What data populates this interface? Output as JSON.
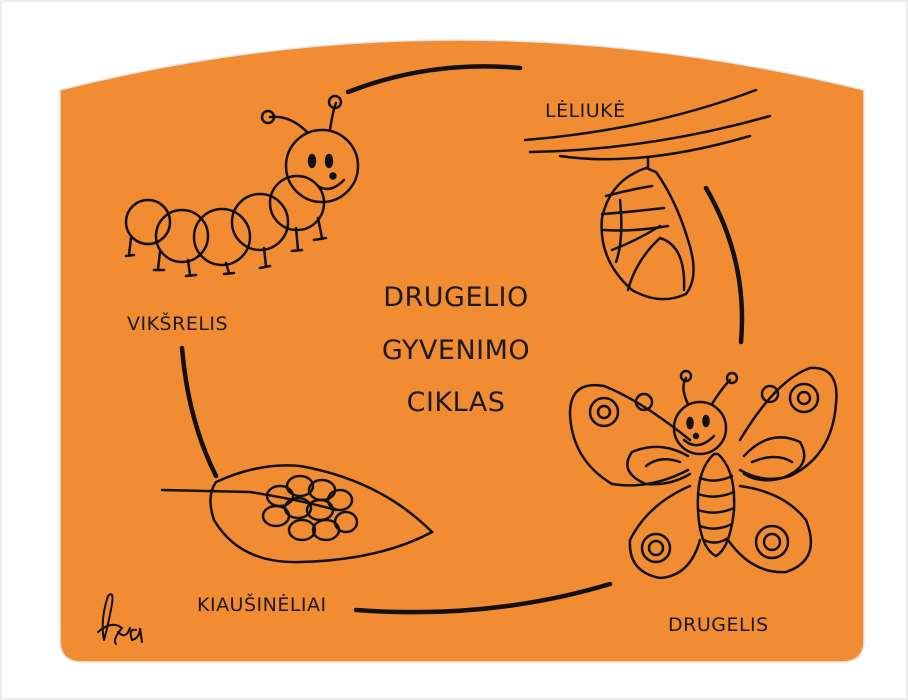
{
  "title": {
    "line1": "DRUGELIO",
    "line2": "GYVENIMO",
    "line3": "CIKLAS"
  },
  "stages": {
    "pupa": "LĖLIUKĖ",
    "caterpillar": "VIKŠRELIS",
    "eggs": "KIAUŠINĖLIAI",
    "butterfly": "DRUGELIS"
  },
  "signature": "Ieva",
  "colors": {
    "background": "#f28c33",
    "ink": "#111111",
    "frame": "#ffffff"
  }
}
